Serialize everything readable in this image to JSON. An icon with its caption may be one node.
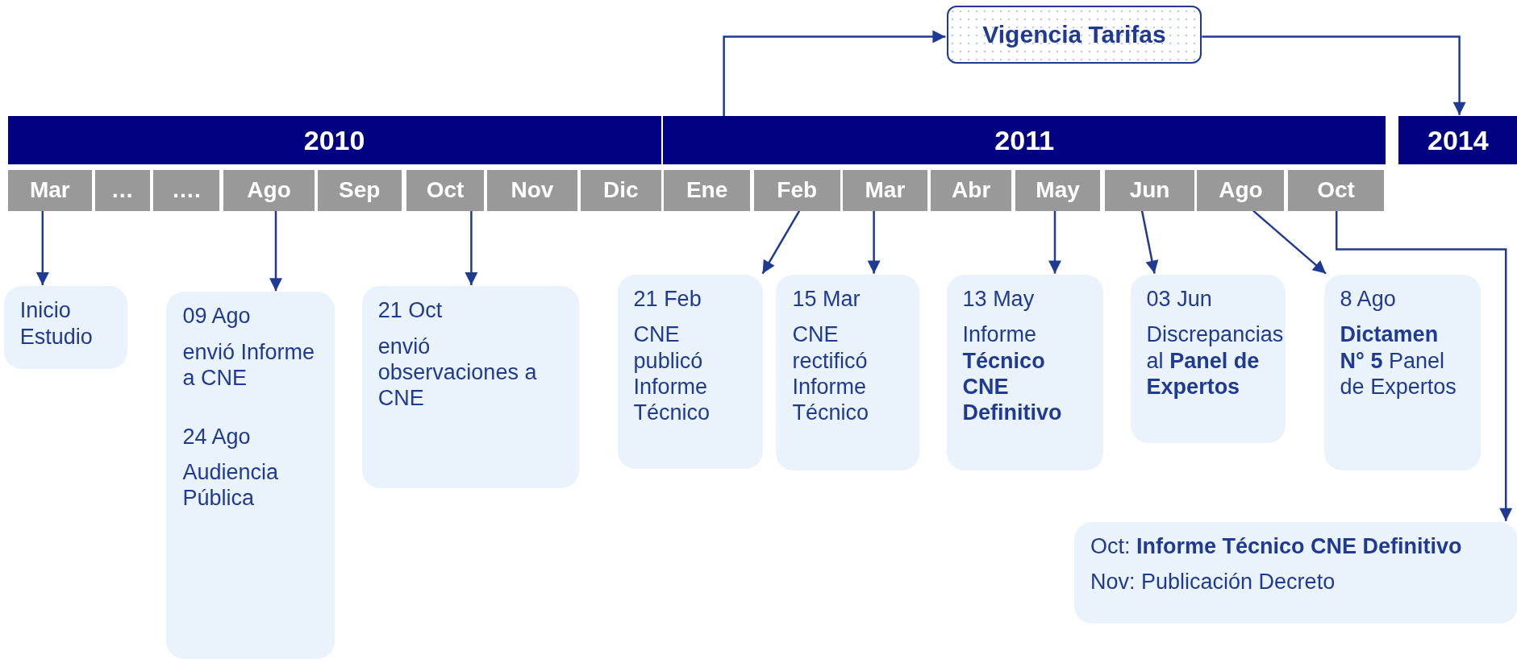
{
  "diagram": {
    "nodes": [
      {
        "text": [
          "Vigencia Tarifas"
        ]
      },
      {
        "text": [
          "2010"
        ]
      },
      {
        "text": [
          "2011"
        ]
      },
      {
        "text": [
          "2014"
        ]
      },
      {
        "text": [
          "Mar"
        ]
      },
      {
        "text": [
          "…"
        ]
      },
      {
        "text": [
          "…."
        ]
      },
      {
        "text": [
          "Ago"
        ]
      },
      {
        "text": [
          "Sep"
        ]
      },
      {
        "text": [
          "Oct"
        ]
      },
      {
        "text": [
          "Nov"
        ]
      },
      {
        "text": [
          "Dic"
        ]
      },
      {
        "text": [
          "Ene"
        ]
      },
      {
        "text": [
          "Feb"
        ]
      },
      {
        "text": [
          "Mar"
        ]
      },
      {
        "text": [
          "Abr"
        ]
      },
      {
        "text": [
          "May"
        ]
      },
      {
        "text": [
          "Jun"
        ]
      },
      {
        "text": [
          "Ago"
        ]
      },
      {
        "text": [
          "Oct"
        ]
      },
      {
        "text": [
          "Inicio Estudio"
        ]
      },
      {
        "text": [
          "09 Ago",
          "envió Informe a CNE",
          "24 Ago",
          "Audiencia Pública"
        ]
      },
      {
        "text": [
          "21 Oct",
          "envió observaciones a CNE"
        ]
      },
      {
        "text": [
          "21 Feb",
          "CNE publicó Informe Técnico"
        ]
      },
      {
        "text": [
          "15 Mar",
          "CNE rectificó Informe Técnico"
        ]
      },
      {
        "text": [
          "13 May",
          "Informe **Técnico CNE Definitivo**"
        ]
      },
      {
        "text": [
          "03 Jun",
          "Discrepancias al **Panel de Expertos**"
        ]
      },
      {
        "text": [
          "8 Ago",
          "**Dictamen N° 5** Panel de Expertos"
        ]
      },
      {
        "text": [
          "Oct: **Informe Técnico CNE Definitivo**",
          "Nov: Publicación Decreto"
        ]
      }
    ],
    "edges": [
      {
        "from": 2,
        "to": 0,
        "arrow": "to"
      },
      {
        "from": 0,
        "to": 3,
        "arrow": "to"
      },
      {
        "from": 4,
        "to": 20,
        "arrow": "to"
      },
      {
        "from": 7,
        "to": 21,
        "arrow": "to"
      },
      {
        "from": 9,
        "to": 22,
        "arrow": "to"
      },
      {
        "from": 13,
        "to": 23,
        "arrow": "to"
      },
      {
        "from": 14,
        "to": 24,
        "arrow": "to"
      },
      {
        "from": 16,
        "to": 25,
        "arrow": "to"
      },
      {
        "from": 17,
        "to": 26,
        "arrow": "to"
      },
      {
        "from": 18,
        "to": 27,
        "arrow": "to"
      },
      {
        "from": 19,
        "to": 28,
        "arrow": "to"
      }
    ]
  }
}
